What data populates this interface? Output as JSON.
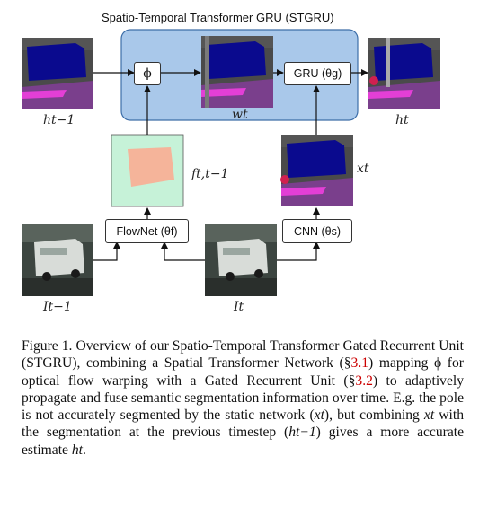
{
  "figure": {
    "title": "Spatio-Temporal Transformer GRU (STGRU)",
    "phi_label": "ϕ",
    "gru_label": "GRU (θg)",
    "flownet_label": "FlowNet (θf)",
    "cnn_label": "CNN (θs)",
    "labels": {
      "h_prev": "ht−1",
      "w_t": "wt",
      "h_t": "ht",
      "f": "ft,t−1",
      "x_t": "xt",
      "i_prev": "It−1",
      "i_t": "It"
    },
    "colors": {
      "stgru_box": "#a9c8ea",
      "seg_road": "#7a3f8c",
      "seg_car": "#0a0a8e",
      "seg_sidewalk": "#e33fd6",
      "seg_background": "#4a4a4a",
      "flow_green": "#c6f2d8",
      "flow_salmon": "#f5b49a"
    }
  },
  "caption": {
    "prefix": "Figure 1. Overview of our Spatio-Temporal Transformer Gated Recurrent Unit (STGRU), combining a Spatial Transformer Network (§",
    "ref1": "3.1",
    "mid1": ") mapping ϕ for optical flow warping with a Gated Recurrent Unit (§",
    "ref2": "3.2",
    "mid2": ") to adaptively propagate and fuse semantic segmentation information over time. E.g. the pole is not accurately segmented by the static network (",
    "x_t": "xt",
    "mid3": "), but combining ",
    "x_t2": "xt",
    "mid4": " with the segmentation at the previous timestep (",
    "h_prev": "ht−1",
    "mid5": ") gives a more accurate estimate ",
    "h_t": "ht",
    "suffix": "."
  }
}
